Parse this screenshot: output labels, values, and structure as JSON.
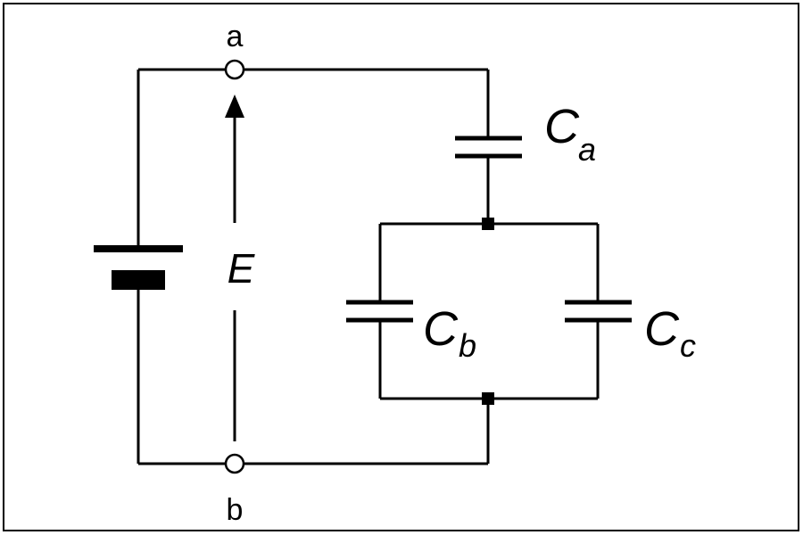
{
  "diagram": {
    "node_top_label": "a",
    "node_bottom_label": "b",
    "source_label": "E",
    "capacitors": [
      {
        "main": "C",
        "sub": "a"
      },
      {
        "main": "C",
        "sub": "b"
      },
      {
        "main": "C",
        "sub": "c"
      }
    ],
    "colors": {
      "line": "#000000",
      "background": "#ffffff"
    }
  }
}
